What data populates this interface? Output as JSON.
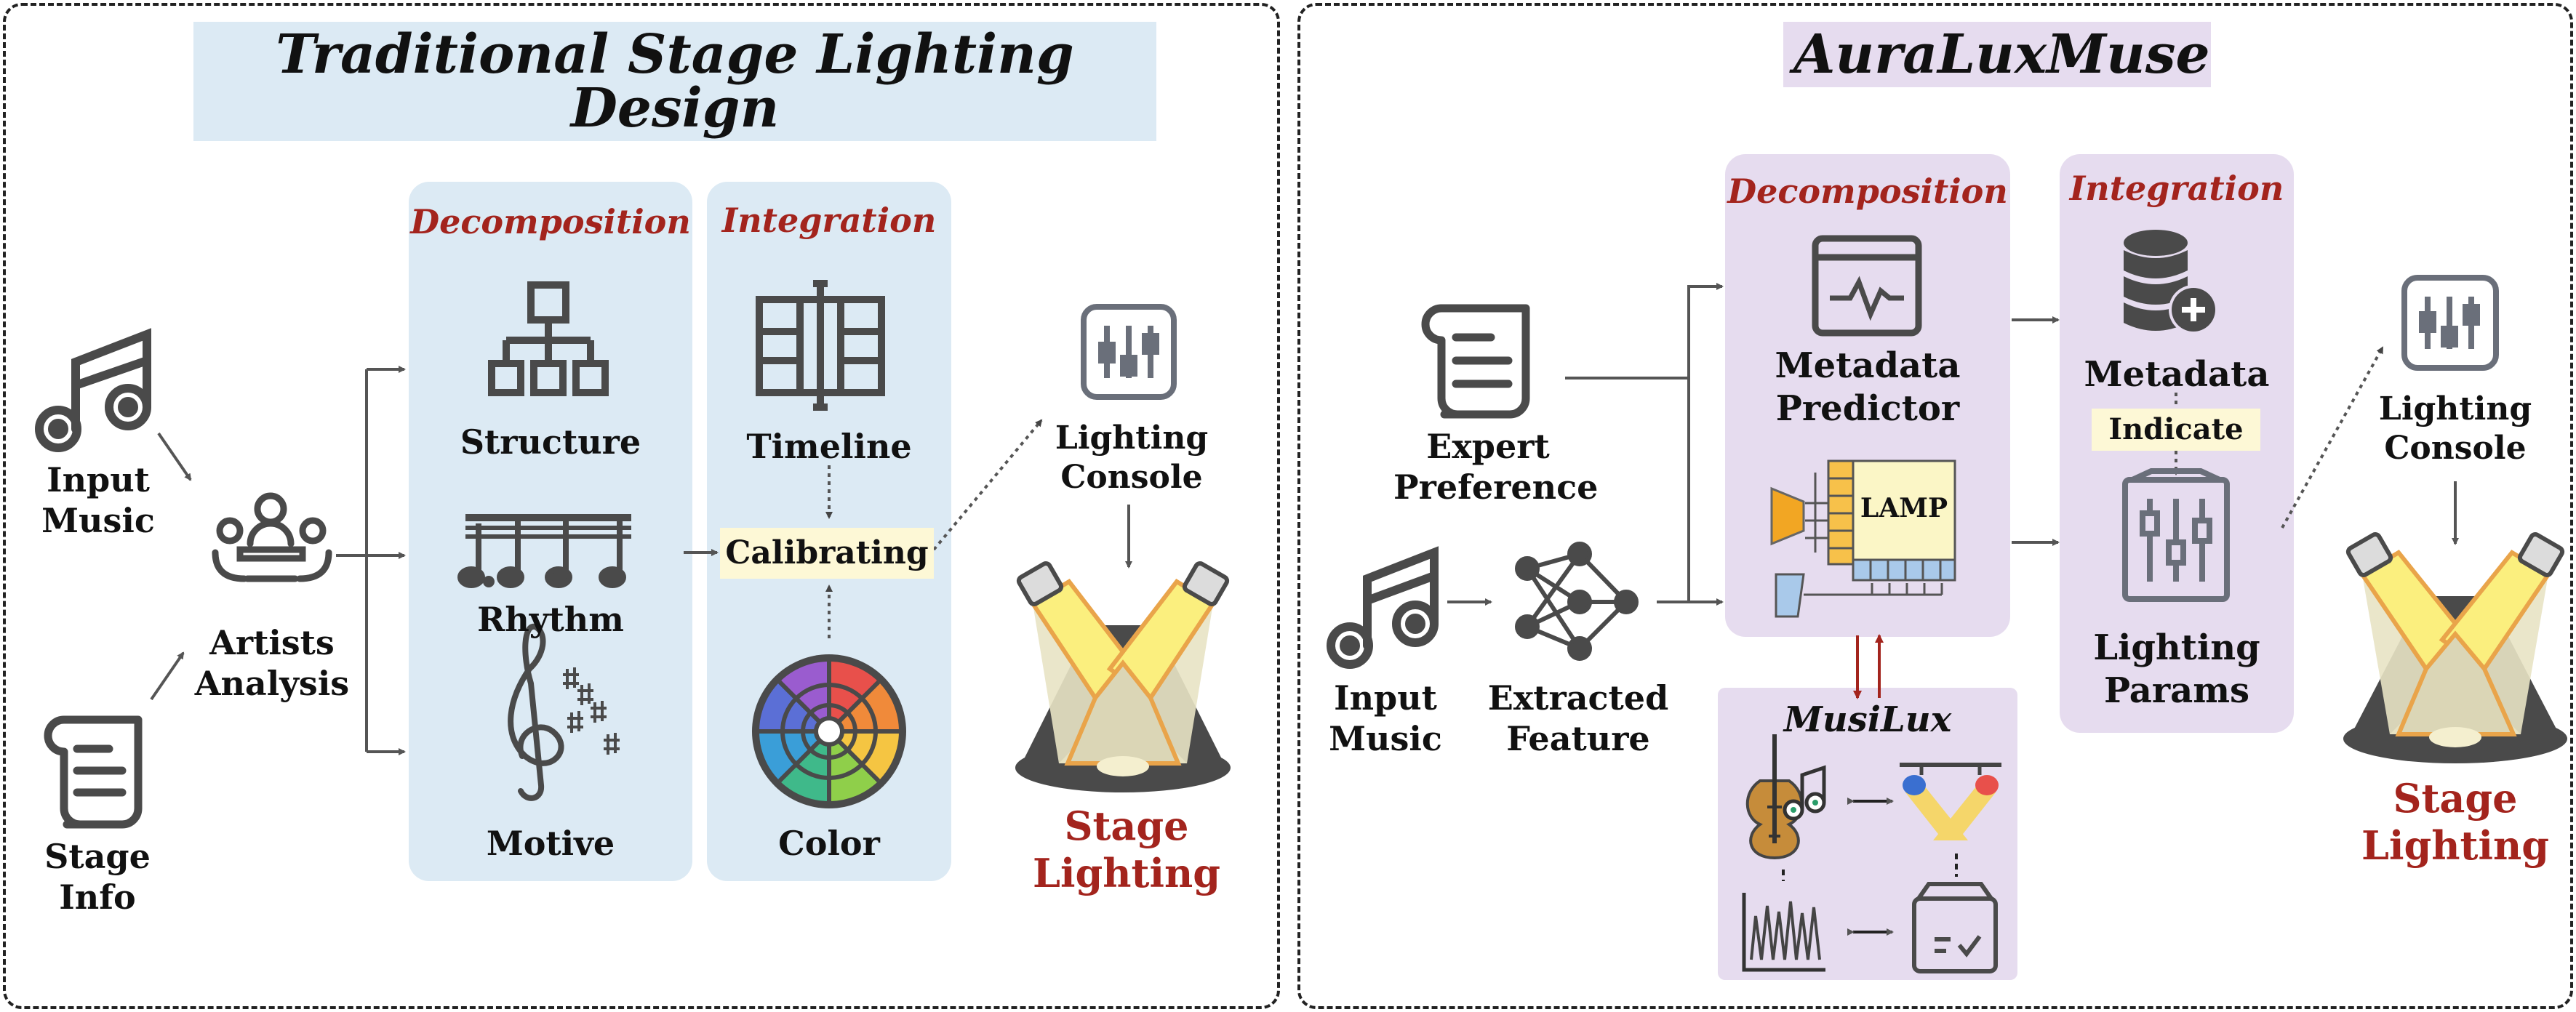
{
  "left": {
    "title": "Traditional Stage Lighting Design",
    "input_music": "Input\nMusic",
    "stage_info": "Stage\nInfo",
    "artists_analysis": "Artists\nAnalysis",
    "decomposition": {
      "header": "Decomposition",
      "items": [
        "Structure",
        "Rhythm",
        "Motive"
      ]
    },
    "integration": {
      "header": "Integration",
      "timeline": "Timeline",
      "calibrating": "Calibrating",
      "color": "Color"
    },
    "lighting_console": "Lighting\nConsole",
    "stage_lighting": "Stage\nLighting"
  },
  "right": {
    "title": "AuraLuxMuse",
    "expert_preference": "Expert\nPreference",
    "input_music": "Input\nMusic",
    "extracted_feature": "Extracted\nFeature",
    "decomposition": {
      "header": "Decomposition",
      "metadata_predictor": "Metadata\nPredictor",
      "lamp": "LAMP"
    },
    "integration": {
      "header": "Integration",
      "metadata": "Metadata",
      "indicate": "Indicate",
      "lighting_params": "Lighting\nParams"
    },
    "musilux": "MusiLux",
    "lighting_console": "Lighting\nConsole",
    "stage_lighting": "Stage\nLighting"
  },
  "colors": {
    "dashed_border": "#222222",
    "left_title_bg": "#dceaf4",
    "right_title_bg": "#e6dcef",
    "left_box_bg": "#dceaf4",
    "right_box_bg": "#e6dcef",
    "header_red": "#a3241d",
    "tag_bg": "#fdf8d6",
    "icon_gray": "#4a4a4a",
    "light_yellow": "#fbef7e",
    "light_orange": "#e9a44a"
  }
}
